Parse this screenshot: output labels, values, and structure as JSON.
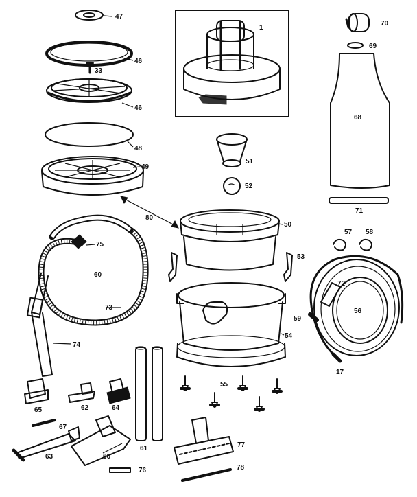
{
  "callouts": {
    "p1": "1",
    "p17": "17",
    "p33": "33",
    "p46": "46",
    "p47": "47",
    "p48": "48",
    "p49": "49",
    "p50": "50",
    "p51": "51",
    "p52": "52",
    "p53": "53",
    "p54": "54",
    "p55": "55",
    "p56": "56",
    "p57": "57",
    "p58": "58",
    "p60": "60",
    "p61": "61",
    "p62": "62",
    "p63": "63",
    "p64": "64",
    "p65": "65",
    "p66": "66",
    "p67": "67",
    "p68": "68",
    "p69": "69",
    "p70": "70",
    "p71": "71",
    "p72": "72",
    "p73": "73",
    "p74": "74",
    "p75": "75",
    "p76": "76",
    "p77": "77",
    "p78": "78",
    "p80": "80"
  }
}
